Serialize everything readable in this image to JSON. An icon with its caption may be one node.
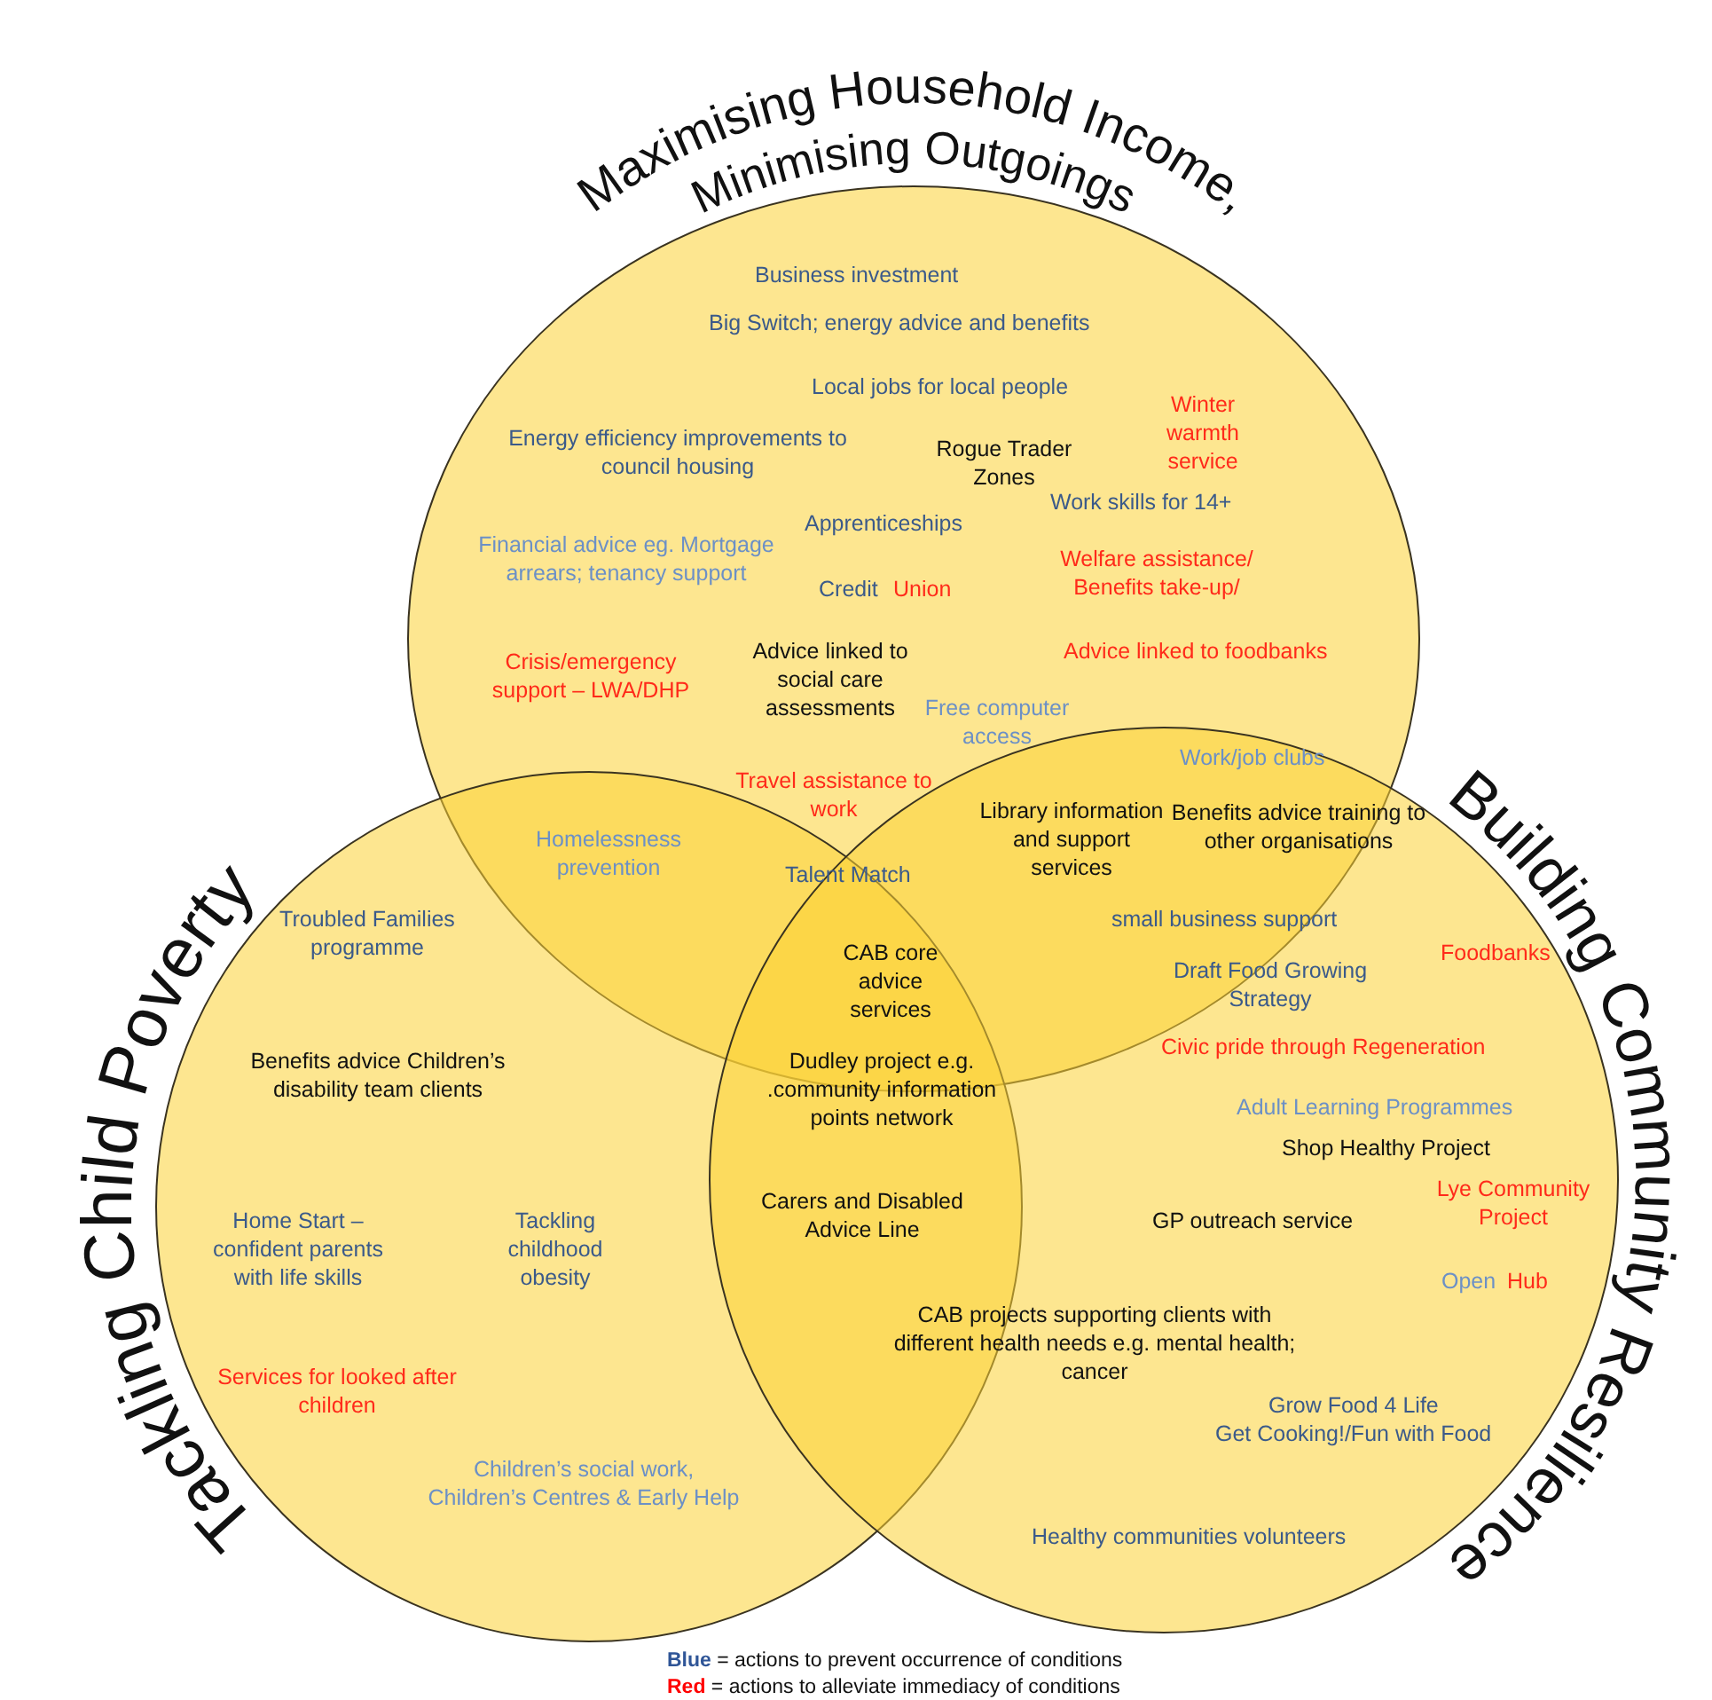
{
  "diagram": {
    "nodes": [
      {
        "text": [
          "Maximising Household Income, Minimising Outgoings"
        ]
      },
      {
        "text": [
          "Tackling Child Poverty"
        ]
      },
      {
        "text": [
          "Building Community Resilience"
        ]
      }
    ],
    "labels": [
      "Business investment",
      "Big Switch; energy advice and benefits",
      "Local jobs for local people",
      "Winter warmth service",
      "Energy efficiency improvements to council housing",
      "Rogue Trader Zones",
      "Work skills for 14+",
      "Apprenticeships",
      "Financial advice eg. Mortgage arrears; tenancy support",
      "Credit",
      "Union",
      "Welfare assistance/ Benefits take-up/",
      "Advice linked to foodbanks",
      "Crisis/emergency support – LWA/DHP",
      "Advice linked to social care assessments",
      "Free computer access",
      "Work/job clubs",
      "Travel assistance to work",
      "Homelessness prevention",
      "Talent Match",
      "Library information and support services",
      "Benefits advice training to other organisations",
      "small business support",
      "Troubled Families programme",
      "CAB core advice services",
      "Draft Food Growing Strategy",
      "Foodbanks",
      "Civic pride through Regeneration",
      "Benefits advice Children’s disability team clients",
      "Dudley project e.g. .community information points network",
      "Adult Learning Programmes",
      "Shop Healthy Project",
      "Lye Community Project",
      "Home Start – confident parents with life skills",
      "Tackling childhood obesity",
      "Carers and Disabled Advice Line",
      "GP outreach service",
      "Open",
      "Hub",
      "CAB projects supporting clients with different health needs e.g. mental health; cancer",
      "Services for looked after children",
      "Grow Food 4 Life",
      "Get Cooking!/Fun with Food",
      "Children’s social work, Children’s Centres & Early Help",
      "Healthy communities volunteers"
    ],
    "legend": [
      {
        "text": "**Blue** = actions to prevent occurrence of conditions",
        "color": "#2f5597"
      },
      {
        "text": "**Red** = actions to alleviate immediacy of conditions",
        "color": "#ff0000"
      }
    ]
  }
}
